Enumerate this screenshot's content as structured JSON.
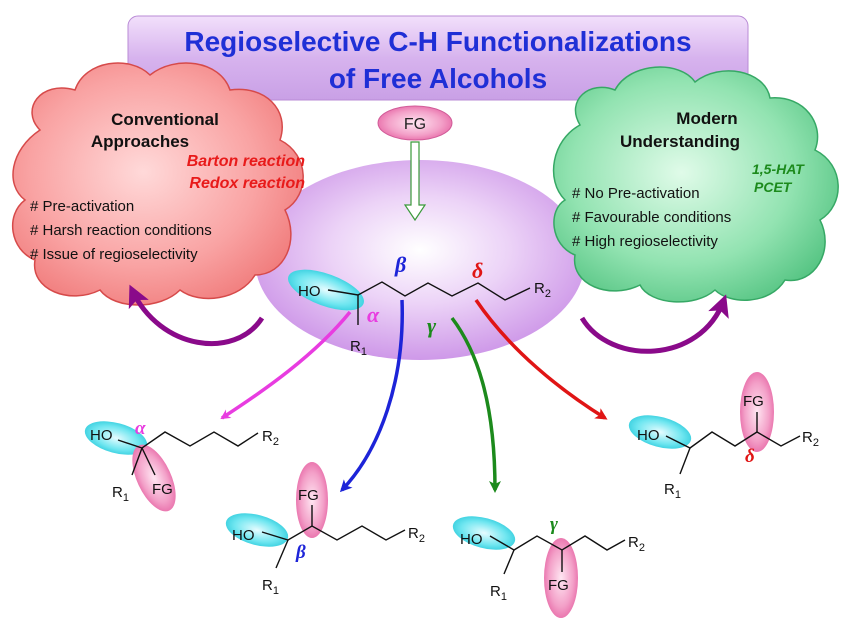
{
  "title": {
    "line1": "Regioselective C-H Functionalizations",
    "line2": "of Free Alcohols"
  },
  "reagent": {
    "label": "FG"
  },
  "conventional": {
    "heading1": "Conventional",
    "heading2": "Approaches",
    "method1": "Barton reaction",
    "method2": "Redox reaction",
    "points": [
      "# Pre-activation",
      "# Harsh reaction conditions",
      "# Issue of regioselectivity"
    ]
  },
  "modern": {
    "heading1": "Modern",
    "heading2": "Understanding",
    "method1": "1,5-HAT",
    "method2": "PCET",
    "points": [
      "# No Pre-activation",
      "# Favourable conditions",
      "# High regioselectivity"
    ]
  },
  "substrate": {
    "ho": "HO",
    "r1": "R",
    "r1_sub": "1",
    "r2": "R",
    "r2_sub": "2",
    "alpha": "α",
    "beta": "β",
    "gamma": "γ",
    "delta": "δ"
  },
  "products": {
    "alpha": {
      "ho": "HO",
      "fg": "FG",
      "r1": "R",
      "r1_sub": "1",
      "r2": "R",
      "r2_sub": "2",
      "greek": "α"
    },
    "beta": {
      "ho": "HO",
      "fg": "FG",
      "r1": "R",
      "r1_sub": "1",
      "r2": "R",
      "r2_sub": "2",
      "greek": "β"
    },
    "gamma": {
      "ho": "HO",
      "fg": "FG",
      "r1": "R",
      "r1_sub": "1",
      "r2": "R",
      "r2_sub": "2",
      "greek": "γ"
    },
    "delta": {
      "ho": "HO",
      "fg": "FG",
      "r1": "R",
      "r1_sub": "1",
      "r2": "R",
      "r2_sub": "2",
      "greek": "δ"
    }
  },
  "colors": {
    "title_bg": "#d9b8ee",
    "title_text": "#1f2fd6",
    "red_cloud": "#f58d8d",
    "green_cloud": "#74d69b",
    "sphere": "#d7a6ee",
    "alpha": "#e83ce0",
    "beta": "#1d24d8",
    "gamma": "#1c8a1c",
    "delta": "#e01515",
    "curved_arrow": "#8a0a8a",
    "cyan": "#36d8e6",
    "pink": "#ef7bb5",
    "method_red": "#e81a1a",
    "method_green": "#1c8a1c"
  }
}
